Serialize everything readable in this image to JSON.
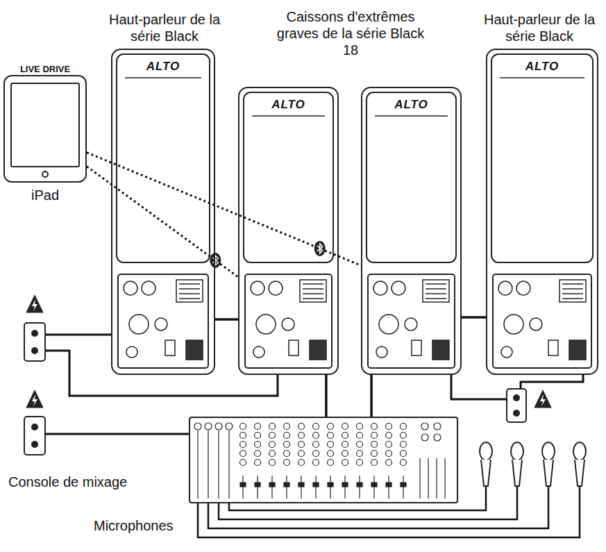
{
  "diagram": {
    "nodes": [
      {
        "text": [
          "LIVE DRIVE",
          "iPad"
        ]
      },
      {
        "text": [
          "Haut-parleur de la série Black",
          "ALTO"
        ]
      },
      {
        "text": [
          "ALTO"
        ]
      },
      {
        "text": [
          "ALTO"
        ]
      },
      {
        "text": [
          "Haut-parleur de la série Black",
          "ALTO"
        ]
      },
      {
        "text": [
          "Console de mixage"
        ]
      }
    ],
    "edges": [
      {
        "from": 0,
        "to": 2,
        "arrow": "none"
      },
      {
        "from": 0,
        "to": 3,
        "arrow": "none"
      },
      {
        "from": 1,
        "to": 2,
        "arrow": "none"
      },
      {
        "from": 3,
        "to": 4,
        "arrow": "none"
      },
      {
        "from": 5,
        "to": 2,
        "arrow": "none"
      },
      {
        "from": 5,
        "to": 3,
        "arrow": "none"
      }
    ],
    "labels": [
      "Caissons d'extrêmes graves de la série Black 18",
      "Microphones"
    ]
  }
}
